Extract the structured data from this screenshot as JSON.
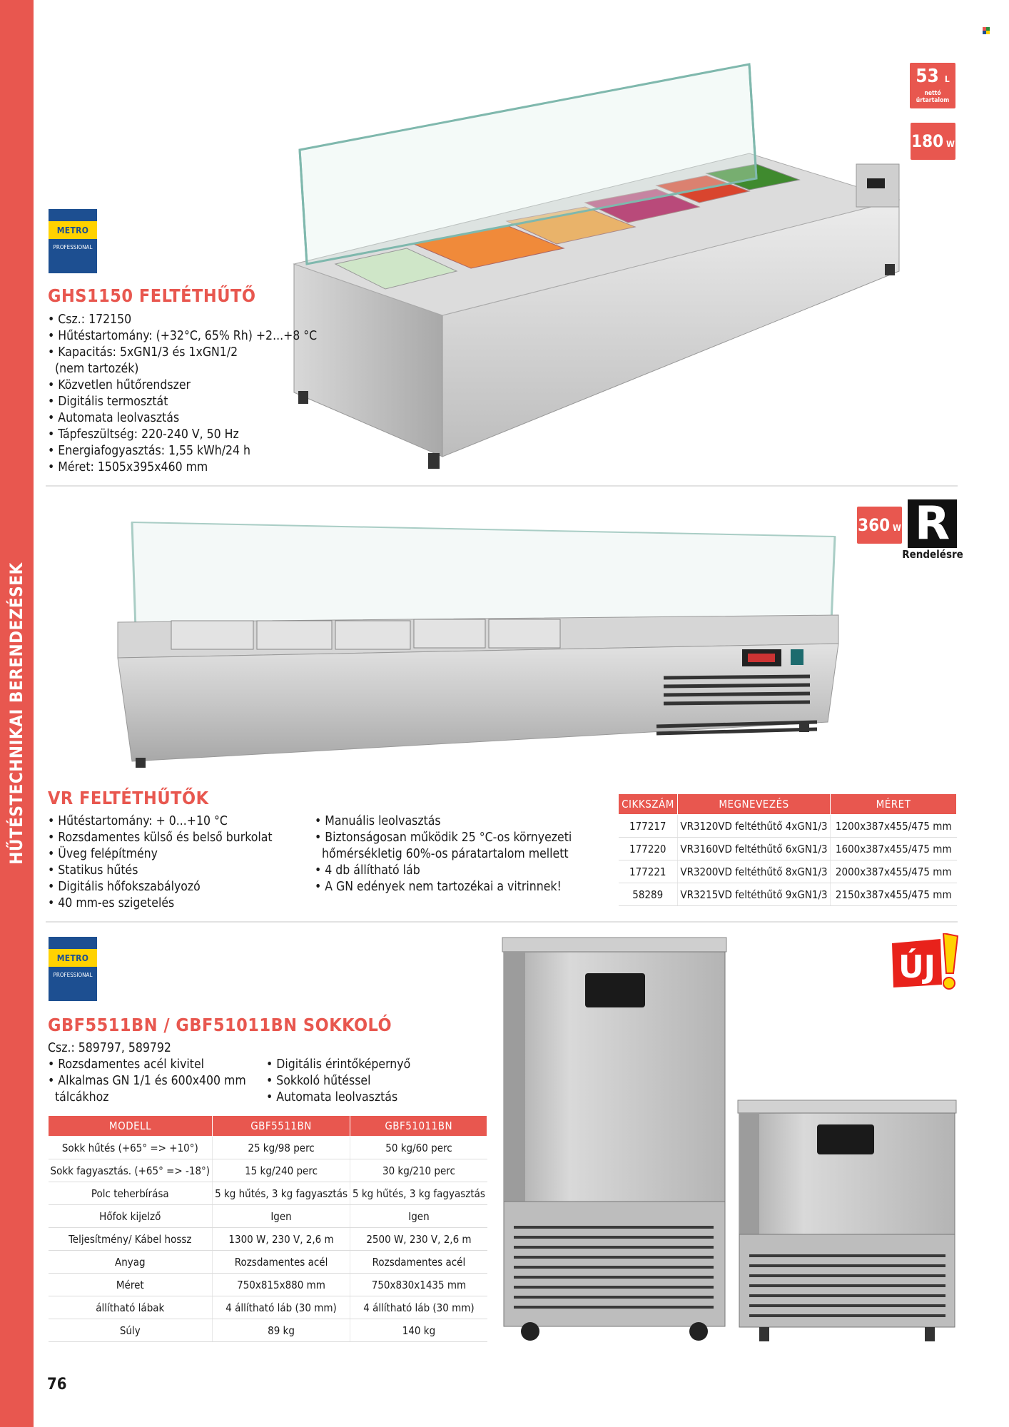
{
  "side_label": "HŰTÉSTECHNIKAI BERENDEZÉSEK",
  "page_number": "76",
  "logo": {
    "brand": "METRO",
    "line": "PROFESSIONAL"
  },
  "product1": {
    "title": "GHS1150 FELTÉTHŰTŐ",
    "bullets": [
      "Csz.: 172150",
      "Hűtéstartomány: (+32°C, 65% Rh) +2...+8 °C",
      "Kapacitás: 5xGN1/3 és 1xGN1/2",
      "Közvetlen hűtőrendszer",
      "Digitális termosztát",
      "Automata leolvasztás",
      "Tápfeszültség: 220-240 V, 50 Hz",
      "Energiafogyasztás: 1,55 kWh/24 h",
      "Méret: 1505x395x460 mm"
    ],
    "bullet_cont": "(nem tartozék)",
    "badge_volume": {
      "value": "53",
      "unit": "L",
      "line1": "nettó",
      "line2": "űrtartalom"
    },
    "badge_power": {
      "value": "180",
      "unit": "W"
    }
  },
  "product2": {
    "title": "VR FELTÉTHŰTŐK",
    "bullets_left": [
      "Hűtéstartomány: + 0...+10 °C",
      "Rozsdamentes külső és belső burkolat",
      "Üveg felépítmény",
      "Statikus hűtés",
      "Digitális hőfokszabályozó",
      "40 mm-es szigetelés"
    ],
    "bullets_right": [
      "Manuális leolvasztás",
      "Biztonságosan működik 25 °C-os környezeti",
      "4 db állítható láb",
      "A GN edények nem tartozékai a vitrinnek!"
    ],
    "bullet_right_cont": "hőmérsékletig 60%-os páratartalom mellett",
    "badge_power": {
      "value": "360",
      "unit": "W"
    },
    "order_badge": {
      "letter": "R",
      "label": "Rendelésre"
    },
    "table": {
      "headers": [
        "CIKKSZÁM",
        "MEGNEVEZÉS",
        "MÉRET"
      ],
      "rows": [
        [
          "177217",
          "VR3120VD feltéthűtő 4xGN1/3",
          "1200x387x455/475 mm"
        ],
        [
          "177220",
          "VR3160VD feltéthűtő 6xGN1/3",
          "1600x387x455/475 mm"
        ],
        [
          "177221",
          "VR3200VD feltéthűtő 8xGN1/3",
          "2000x387x455/475 mm"
        ],
        [
          "58289",
          "VR3215VD feltéthűtő 9xGN1/3",
          "2150x387x455/475 mm"
        ]
      ]
    }
  },
  "product3": {
    "title": "GBF5511BN / GBF51011BN SOKKOLÓ",
    "code": "Csz.: 589797, 589792",
    "bullets_left": [
      "Rozsdamentes acél kivitel",
      "Alkalmas GN 1/1 és 600x400 mm"
    ],
    "bullet_left_cont": "tálcákhoz",
    "bullets_right": [
      "Digitális érintőképernyő",
      "Sokkoló hűtéssel",
      "Automata leolvasztás"
    ],
    "new_badge": "ÚJ",
    "table": {
      "headers": [
        "MODELL",
        "GBF5511BN",
        "GBF51011BN"
      ],
      "rows": [
        [
          "Sokk hűtés (+65° => +10°)",
          "25 kg/98 perc",
          "50 kg/60 perc"
        ],
        [
          "Sokk fagyasztás. (+65° => -18°)",
          "15 kg/240 perc",
          "30 kg/210 perc"
        ],
        [
          "Polc teherbírása",
          "5 kg hűtés, 3 kg fagyasztás",
          "5 kg hűtés, 3 kg fagyasztás"
        ],
        [
          "Hőfok kijelző",
          "Igen",
          "Igen"
        ],
        [
          "Teljesítmény/ Kábel hossz",
          "1300 W, 230 V, 2,6 m",
          "2500 W, 230 V, 2,6 m"
        ],
        [
          "Anyag",
          "Rozsdamentes acél",
          "Rozsdamentes acél"
        ],
        [
          "Méret",
          "750x815x880 mm",
          "750x830x1435 mm"
        ],
        [
          "állítható lábak",
          "4 állítható láb (30 mm)",
          "4 állítható láb (30 mm)"
        ],
        [
          "Súly",
          "89 kg",
          "140 kg"
        ]
      ]
    }
  },
  "colors": {
    "accent": "#e8574f",
    "metro_blue": "#1d4f91",
    "metro_yellow": "#ffd200"
  }
}
